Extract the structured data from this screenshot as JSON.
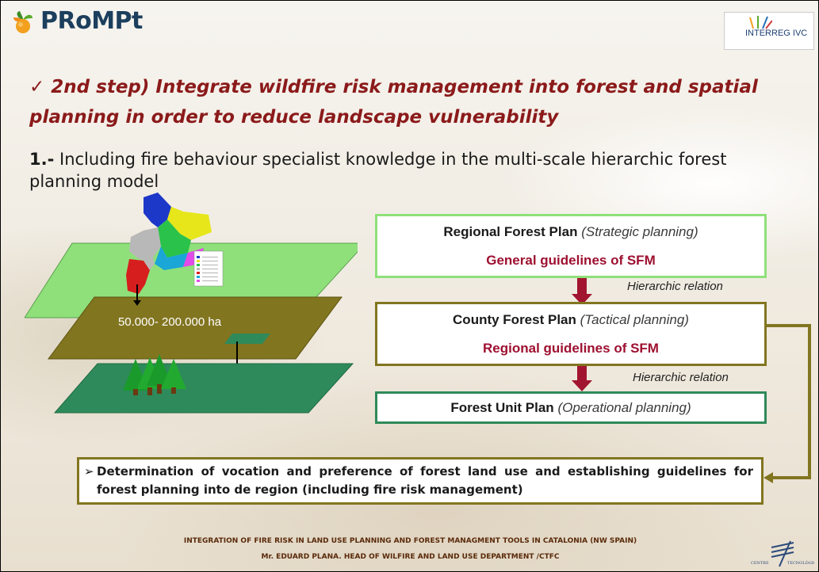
{
  "header": {
    "logo_text": "PRoMPt",
    "interreg_text": "INTERREG IVC"
  },
  "title": {
    "check": "✓",
    "text": "2nd step) Integrate wildfire risk management into forest and spatial planning in order to reduce landscape vulnerability"
  },
  "subtitle": {
    "number": "1.-",
    "text": "Including fire behaviour specialist knowledge in the multi-scale hierarchic forest planning model"
  },
  "diagram": {
    "layer_label": "50.000- 200.000 ha",
    "colors": {
      "top_layer": "#8fe07a",
      "middle_layer": "#827520",
      "bottom_layer": "#2e8a5a",
      "arrow": "#a11530"
    },
    "plans": [
      {
        "name": "Regional Forest Plan",
        "type": "(Strategic planning)",
        "guideline": "General guidelines of SFM"
      },
      {
        "name": "County Forest Plan",
        "type": "(Tactical planning)",
        "guideline": "Regional guidelines of SFM"
      },
      {
        "name": "Forest Unit Plan",
        "type": "(Operational planning)"
      }
    ],
    "relation_1": "Hierarchic relation",
    "relation_2": "Hierarchic relation"
  },
  "conclusion": {
    "bullet": "➢",
    "text": "Determination of vocation and preference of forest land use and establishing guidelines for forest planning into de region (including fire risk management)"
  },
  "footer": {
    "line1": "INTEGRATION OF FIRE RISK IN LAND USE PLANNING AND FOREST MANAGMENT TOOLS IN CATALONIA (NW SPAIN)",
    "line2": "Mr. EDUARD PLANA. HEAD OF WILFIRE AND LAND USE DEPARTMENT /CTFC",
    "ctfc_left": "CENTRE",
    "ctfc_right": "TECNOLÒGIC"
  }
}
